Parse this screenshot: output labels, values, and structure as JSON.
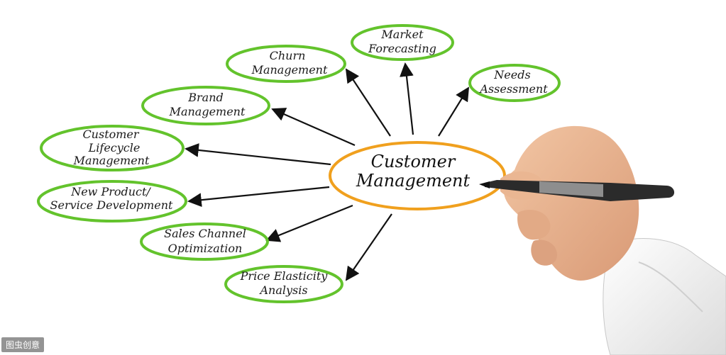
{
  "diagram": {
    "center": {
      "line1": "Customer",
      "line2": "Management"
    },
    "nodes": [
      {
        "id": "market-forecasting",
        "line1": "Market",
        "line2": "Forecasting"
      },
      {
        "id": "churn-management",
        "line1": "Churn",
        "line2": "Management"
      },
      {
        "id": "needs-assessment",
        "line1": "Needs",
        "line2": "Assessment"
      },
      {
        "id": "brand-management",
        "line1": "Brand",
        "line2": "Management"
      },
      {
        "id": "customer-lifecycle-management",
        "line1": "Customer",
        "line2": "Lifecycle",
        "line3": "Management"
      },
      {
        "id": "new-product-service-development",
        "line1": "New Product/",
        "line2": "Service Development"
      },
      {
        "id": "sales-channel-optimization",
        "line1": "Sales Channel",
        "line2": "Optimization"
      },
      {
        "id": "price-elasticity-analysis",
        "line1": "Price Elasticity",
        "line2": "Analysis"
      }
    ]
  },
  "colors": {
    "node_outline": "#63c32c",
    "center_outline": "#f0a01e",
    "arrow": "#111111",
    "text": "#1a1a1a"
  },
  "watermark": {
    "text": "图虫创意"
  }
}
